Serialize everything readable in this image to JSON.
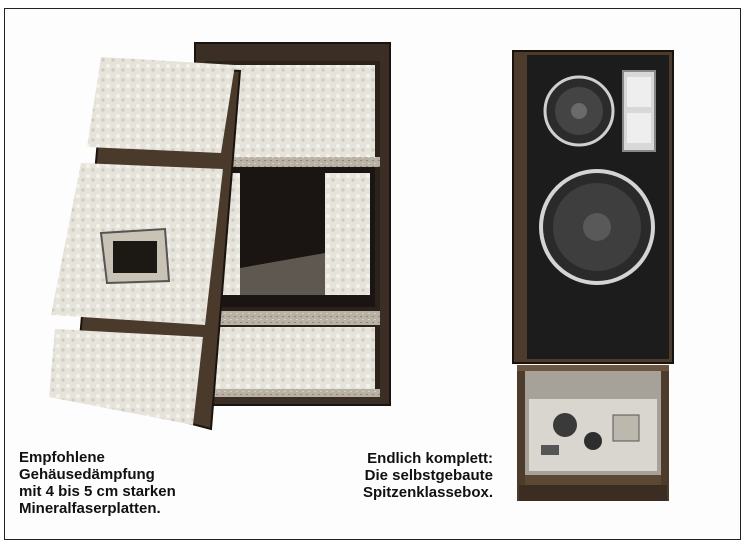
{
  "captions": {
    "left": [
      "Empfohlene",
      "Gehäusedämpfung",
      "mit 4 bis 5 cm starken",
      "Mineralfaserplatten."
    ],
    "right": [
      "Endlich komplett:",
      "Die selbstgebaute",
      "Spitzenklassebox."
    ]
  },
  "colors": {
    "frame": "#222222",
    "wood": "#5a4634",
    "insulation": "#e9e6de",
    "front_panel": "#1c1c1c"
  }
}
